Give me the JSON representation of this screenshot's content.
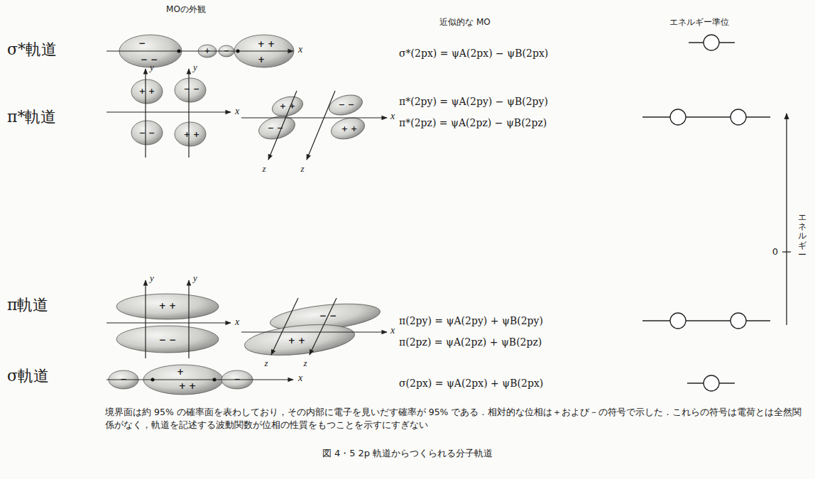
{
  "diagram": {
    "caption": "図 4・5 2p 軌道からつくられる分子軌道",
    "labels": [
      "MOの外観",
      "近似的な MO",
      "エネルギー準位",
      "σ*軌道",
      "π*軌道",
      "π軌道",
      "σ軌道",
      "−",
      "− −",
      "+",
      "−",
      "+ +",
      "+",
      "x",
      "y",
      "y",
      "+ +",
      "− −",
      "− −",
      "+ +",
      "x",
      "z",
      "z",
      "+ +",
      "− −",
      "− −",
      "+ +",
      "x",
      "y",
      "y",
      "+ +",
      "− −",
      "x",
      "− −",
      "+ +",
      "x",
      "z",
      "z",
      "−",
      "+",
      "+ +",
      "−",
      "x",
      "0",
      "エネルギー",
      "境界面は約 95% の確率面を表わしており，その内部に電子を見いだす確率が 95% である．相対的な位相は＋および－の符号で示した．これらの符号は電荷とは全然関係がなく，軌道を記述する波動関数が位相の性質をもつことを示すにすぎない",
      "σ*(2px) = ψA(2px) − ψB(2px)",
      "π*(2py) = ψA(2py) − ψB(2py)",
      "π*(2pz) = ψA(2pz) − ψB(2pz)",
      "π(2py) = ψA(2py) + ψB(2py)",
      "π(2pz) = ψA(2pz) + ψB(2pz)",
      "σ(2px) = ψA(2px) + ψB(2px)"
    ]
  }
}
